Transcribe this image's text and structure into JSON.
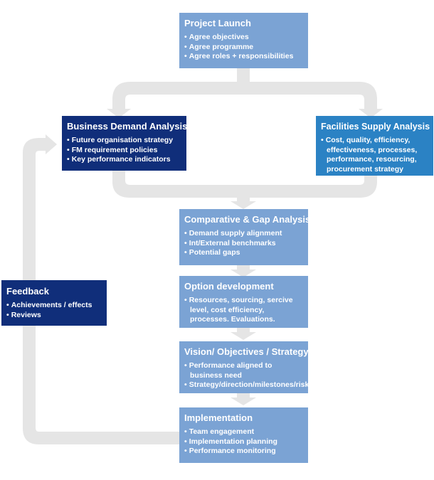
{
  "diagram": {
    "colors": {
      "light_box": "#7ba3d4",
      "dark_box": "#102e7a",
      "mid_box": "#2b82c4",
      "connector": "#e5e5e5"
    },
    "nodes": {
      "project_launch": {
        "title": "Project Launch",
        "items": [
          "Agree objectives",
          "Agree programme",
          "Agree roles + responsibilities"
        ]
      },
      "business_demand": {
        "title": "Business Demand Analysis",
        "items": [
          "Future organisation strategy",
          "FM requirement policies",
          "Key performance indicators"
        ]
      },
      "facilities_supply": {
        "title": "Facilities Supply Analysis",
        "items": [
          "Cost, quality, efficiency, effectiveness, processes, performance, resourcing, procurement strategy"
        ]
      },
      "comparative_gap": {
        "title": "Comparative & Gap Analysis",
        "items": [
          "Demand supply alignment",
          "Int/External benchmarks",
          "Potential gaps"
        ]
      },
      "option_development": {
        "title": "Option development",
        "items": [
          "Resources, sourcing, sercive level, cost efficiency, processes. Evaluations."
        ]
      },
      "vision": {
        "title": "Vision/ Objectives / Strategy",
        "items": [
          "Performance aligned to business need",
          "Strategy/direction/milestones/risks"
        ]
      },
      "implementation": {
        "title": "Implementation",
        "items": [
          "Team engagement",
          "Implementation planning",
          "Performance monitoring"
        ]
      },
      "feedback": {
        "title": "Feedback",
        "items": [
          "Achievements / effects",
          "Reviews"
        ]
      }
    }
  }
}
